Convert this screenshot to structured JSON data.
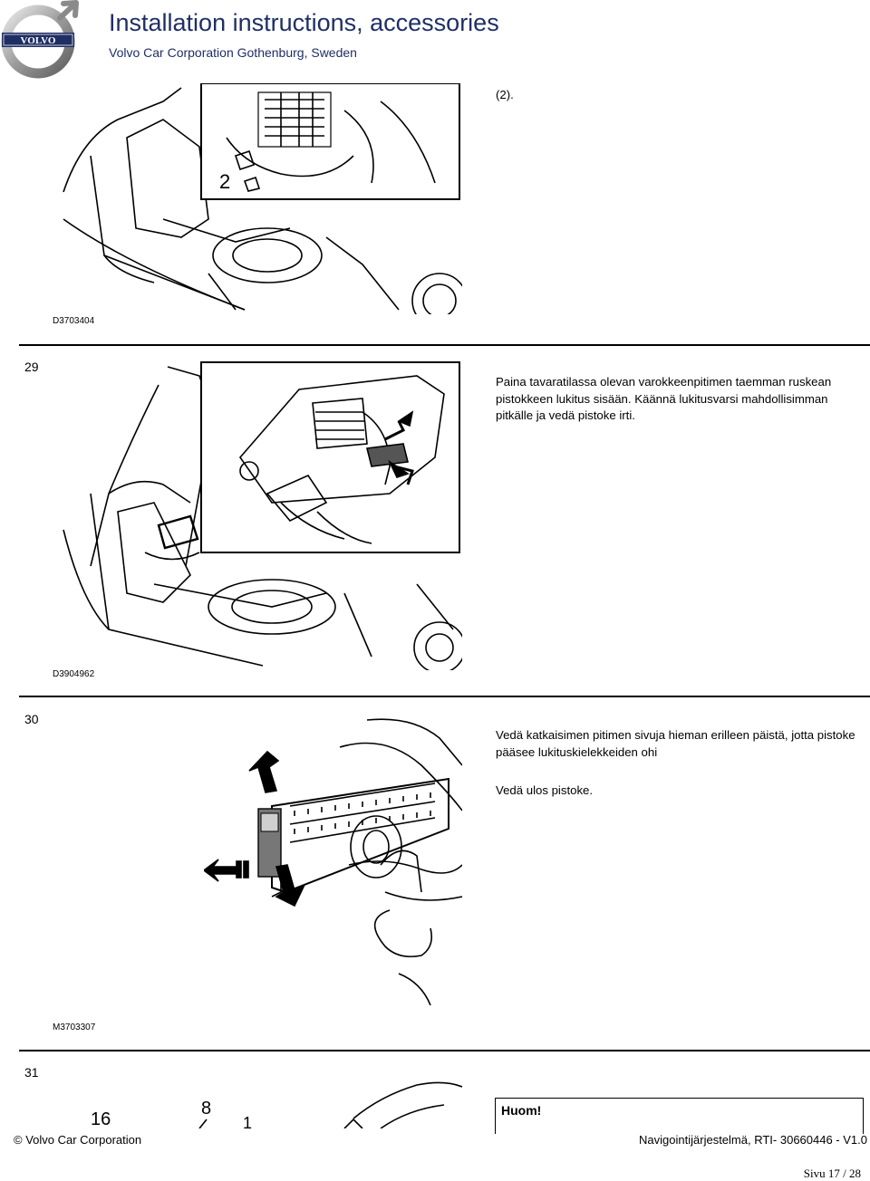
{
  "header": {
    "title": "Installation instructions, accessories",
    "subtitle": "Volvo Car Corporation Gothenburg, Sweden",
    "logo_text": "VOLVO"
  },
  "step28_tail": {
    "text": "(2).",
    "figure_id": "D3703404"
  },
  "steps": [
    {
      "number": "29",
      "paragraphs": [
        "Paina tavaratilassa olevan varokkeenpitimen taemman ruskean pistokkeen lukitus sisään. Käännä lukitusvarsi mahdollisimman pitkälle ja vedä pistoke irti."
      ],
      "figure_id": "D3904962"
    },
    {
      "number": "30",
      "paragraphs": [
        "Vedä katkaisimen pitimen sivuja hieman erilleen päistä, jotta pistoke pääsee lukituskielekkeiden ohi",
        "Vedä ulos pistoke."
      ],
      "figure_id": "M3703307"
    },
    {
      "number": "31",
      "note_label": "Huom!",
      "figure_labels": [
        "16",
        "8",
        "1"
      ]
    }
  ],
  "footer": {
    "left": "© Volvo Car Corporation",
    "right": "Navigointijärjestelmä, RTI- 30660446 - V1.0",
    "page": "Sivu 17 / 28"
  }
}
